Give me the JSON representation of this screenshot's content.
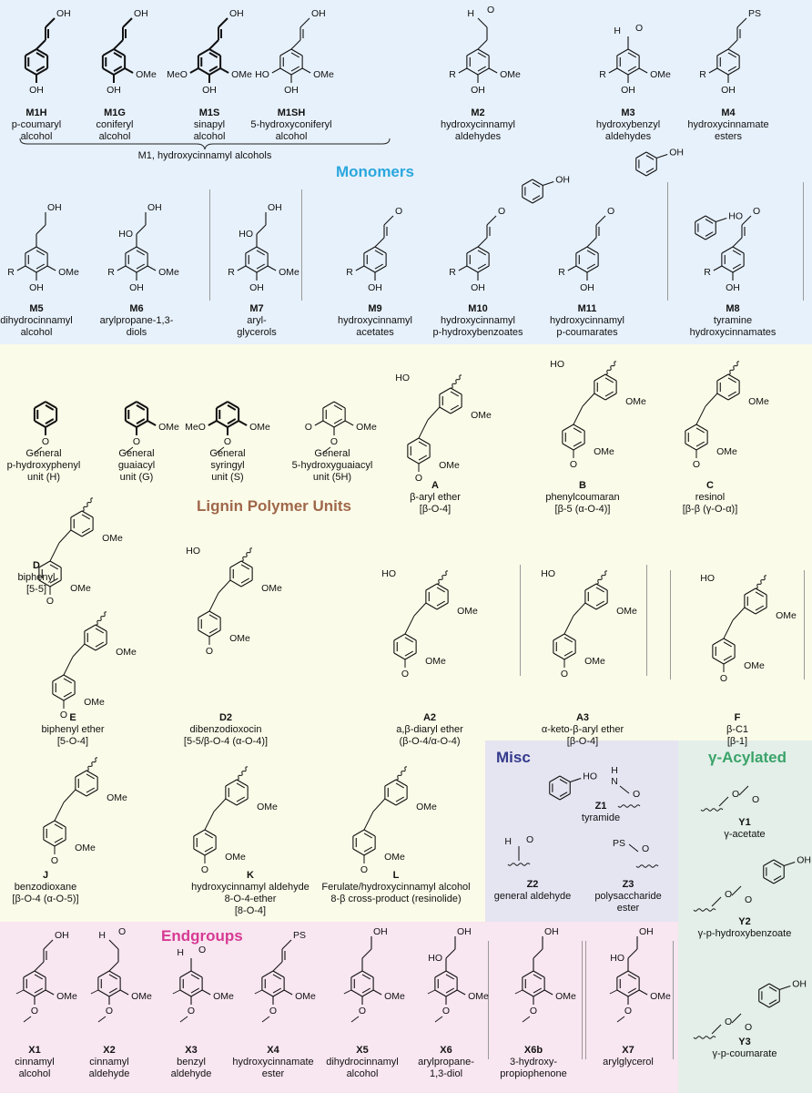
{
  "sections": {
    "monomers": "Monomers",
    "lignin": "Lignin Polymer Units",
    "misc": "Misc",
    "acylated": "γ-Acylated",
    "endgroups": "Endgroups"
  },
  "colors": {
    "monomers_bg": "#e7f1fb",
    "lignin_bg": "#fbfbe9",
    "misc_bg": "#e5e4f1",
    "acylated_bg": "#e3efe8",
    "endgroups_bg": "#f8e6f0",
    "monomers_title": "#2aa7dd",
    "lignin_title": "#a0674a",
    "misc_title": "#343a8c",
    "acylated_title": "#3aa36a",
    "endgroups_title": "#d63a93"
  },
  "m1_group_label": "M1, hydroxycinnamyl alcohols",
  "monomers": [
    {
      "id": "M1H",
      "lines": [
        "p-coumaryl",
        "alcohol"
      ]
    },
    {
      "id": "M1G",
      "lines": [
        "coniferyl",
        "alcohol"
      ]
    },
    {
      "id": "M1S",
      "lines": [
        "sinapyl",
        "alcohol"
      ]
    },
    {
      "id": "M1SH",
      "lines": [
        "5-hydroxyconiferyl",
        "alcohol"
      ]
    },
    {
      "id": "M2",
      "lines": [
        "hydroxycinnamyl",
        "aldehydes"
      ]
    },
    {
      "id": "M3",
      "lines": [
        "hydroxybenzyl",
        "aldehydes"
      ]
    },
    {
      "id": "M4",
      "lines": [
        "hydroxycinnamate",
        "esters"
      ]
    },
    {
      "id": "M5",
      "lines": [
        "dihydrocinnamyl",
        "alcohol"
      ]
    },
    {
      "id": "M6",
      "lines": [
        "arylpropane-1,3-",
        "diols"
      ]
    },
    {
      "id": "M7",
      "lines": [
        "aryl-",
        "glycerols"
      ]
    },
    {
      "id": "M9",
      "lines": [
        "hydroxycinnamyl",
        "acetates"
      ]
    },
    {
      "id": "M10",
      "lines": [
        "hydroxycinnamyl",
        "p-hydroxybenzoates"
      ]
    },
    {
      "id": "M11",
      "lines": [
        "hydroxycinnamyl",
        "p-coumarates"
      ]
    },
    {
      "id": "M8",
      "lines": [
        "tyramine",
        "hydroxycinnamates"
      ]
    }
  ],
  "units": [
    {
      "id": "",
      "lines": [
        "General",
        "p-hydroxyphenyl",
        "unit (H)"
      ]
    },
    {
      "id": "",
      "lines": [
        "General",
        "guaiacyl",
        "unit (G)"
      ]
    },
    {
      "id": "",
      "lines": [
        "General",
        "syringyl",
        "unit (S)"
      ]
    },
    {
      "id": "",
      "lines": [
        "General",
        "5-hydroxyguaiacyl",
        "unit (5H)"
      ]
    },
    {
      "id": "A",
      "lines": [
        "β-aryl ether",
        "[β-O-4]"
      ]
    },
    {
      "id": "B",
      "lines": [
        "phenylcoumaran",
        "[β-5 (α-O-4)]"
      ]
    },
    {
      "id": "C",
      "lines": [
        "resinol",
        "[β-β (γ-O-α)]"
      ]
    },
    {
      "id": "D",
      "lines": [
        "biphenyl",
        "[5-5]"
      ]
    },
    {
      "id": "E",
      "lines": [
        "biphenyl ether",
        "[5-O-4]"
      ]
    },
    {
      "id": "D2",
      "lines": [
        "dibenzodioxocin",
        "[5-5/β-O-4 (α-O-4)]"
      ]
    },
    {
      "id": "A2",
      "lines": [
        "a,β-diaryl ether",
        "(β-O-4/α-O-4)"
      ]
    },
    {
      "id": "A3",
      "lines": [
        "α-keto-β-aryl ether",
        "[β-O-4]"
      ]
    },
    {
      "id": "F",
      "lines": [
        "β-C1",
        "[β-1]"
      ]
    },
    {
      "id": "J",
      "lines": [
        "benzodioxane",
        "[β-O-4 (α-O-5)]"
      ]
    },
    {
      "id": "K",
      "lines": [
        "hydroxycinnamyl aldehyde",
        "8-O-4-ether",
        "[8-O-4]"
      ]
    },
    {
      "id": "L",
      "lines": [
        "Ferulate/hydroxycinnamyl alcohol",
        "8-β cross-product (resinolide)"
      ]
    }
  ],
  "misc": [
    {
      "id": "Z1",
      "lines": [
        "tyramide"
      ]
    },
    {
      "id": "Z2",
      "lines": [
        "general aldehyde"
      ]
    },
    {
      "id": "Z3",
      "lines": [
        "polysaccharide",
        "ester"
      ]
    }
  ],
  "acylated": [
    {
      "id": "Y1",
      "lines": [
        "γ-acetate"
      ]
    },
    {
      "id": "Y2",
      "lines": [
        "γ-p-hydroxybenzoate"
      ]
    },
    {
      "id": "Y3",
      "lines": [
        "γ-p-coumarate"
      ]
    }
  ],
  "endgroups": [
    {
      "id": "X1",
      "lines": [
        "cinnamyl",
        "alcohol"
      ]
    },
    {
      "id": "X2",
      "lines": [
        "cinnamyl",
        "aldehyde"
      ]
    },
    {
      "id": "X3",
      "lines": [
        "benzyl",
        "aldehyde"
      ]
    },
    {
      "id": "X4",
      "lines": [
        "hydroxycinnamate",
        "ester"
      ]
    },
    {
      "id": "X5",
      "lines": [
        "dihydrocinnamyl",
        "alcohol"
      ]
    },
    {
      "id": "X6",
      "lines": [
        "arylpropane-",
        "1,3-diol"
      ]
    },
    {
      "id": "X6b",
      "lines": [
        "3-hydroxy-",
        "propiophenone"
      ]
    },
    {
      "id": "X7",
      "lines": [
        "arylglycerol"
      ]
    }
  ],
  "atom_labels": {
    "OH": "OH",
    "OMe": "OMe",
    "MeO": "MeO",
    "HO": "HO",
    "O": "O",
    "H": "H",
    "R": "R",
    "PS": "PS",
    "N": "N"
  }
}
